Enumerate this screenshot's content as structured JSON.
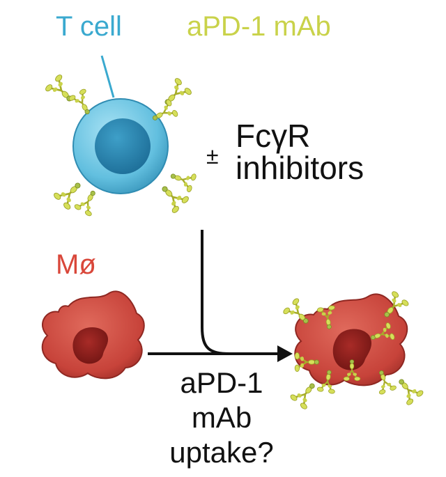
{
  "labels": {
    "t_cell": "T cell",
    "apd1_mab": "aPD-1 mAb",
    "plus_minus": "±",
    "fcgr_line1": "FcγR",
    "fcgr_line2": "inhibitors",
    "macrophage": "Mø",
    "uptake_line1": "aPD-1",
    "uptake_line2": "mAb",
    "uptake_line3": "uptake?"
  },
  "colors": {
    "t_cell_outer": "#6cc7e6",
    "t_cell_nucleus": "#2a86b0",
    "t_cell_label": "#3aa9cf",
    "antibody": "#c9d24a",
    "macrophage_body": "#c9433a",
    "macrophage_nucleus": "#8e1f1c",
    "macrophage_label": "#d9473a",
    "arrow": "#111111"
  }
}
